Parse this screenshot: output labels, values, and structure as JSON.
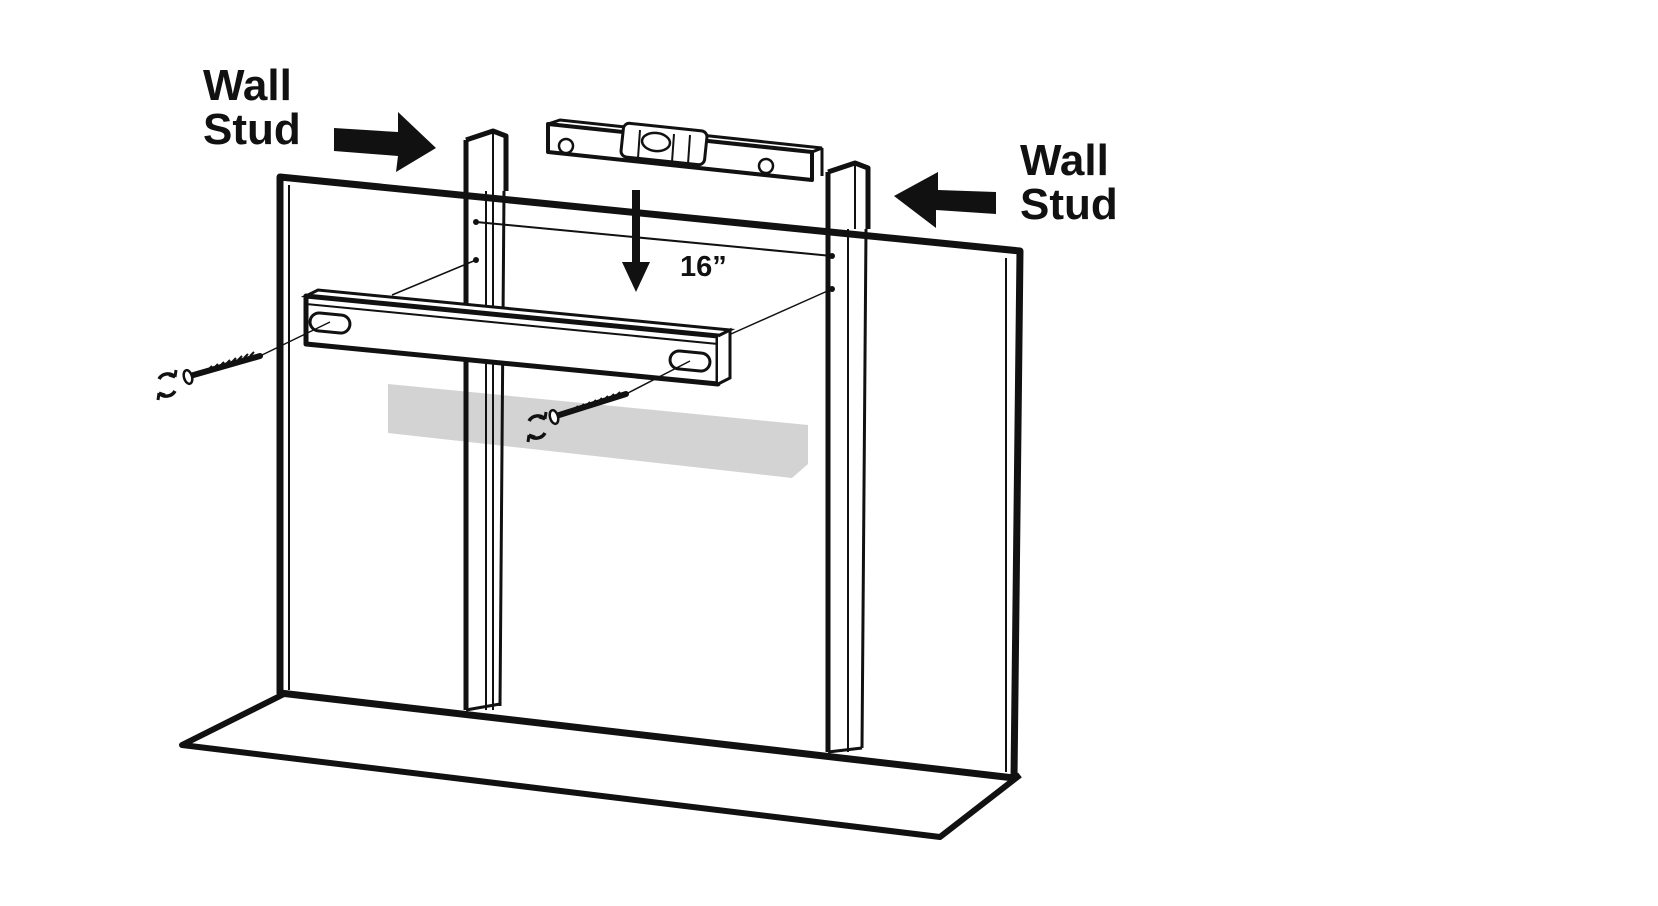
{
  "labels": {
    "wall_stud_left": "Wall\nStud",
    "wall_stud_right": "Wall\nStud",
    "stud_spacing": "16”"
  },
  "colors": {
    "line": "#111111",
    "background": "#ffffff",
    "shadow": "#d3d3d3"
  },
  "icons": {
    "rotate_left": "rotate-arrows-icon",
    "rotate_right": "rotate-arrows-icon",
    "level_tool": "bubble-level-icon",
    "screw": "lag-screw-icon"
  }
}
